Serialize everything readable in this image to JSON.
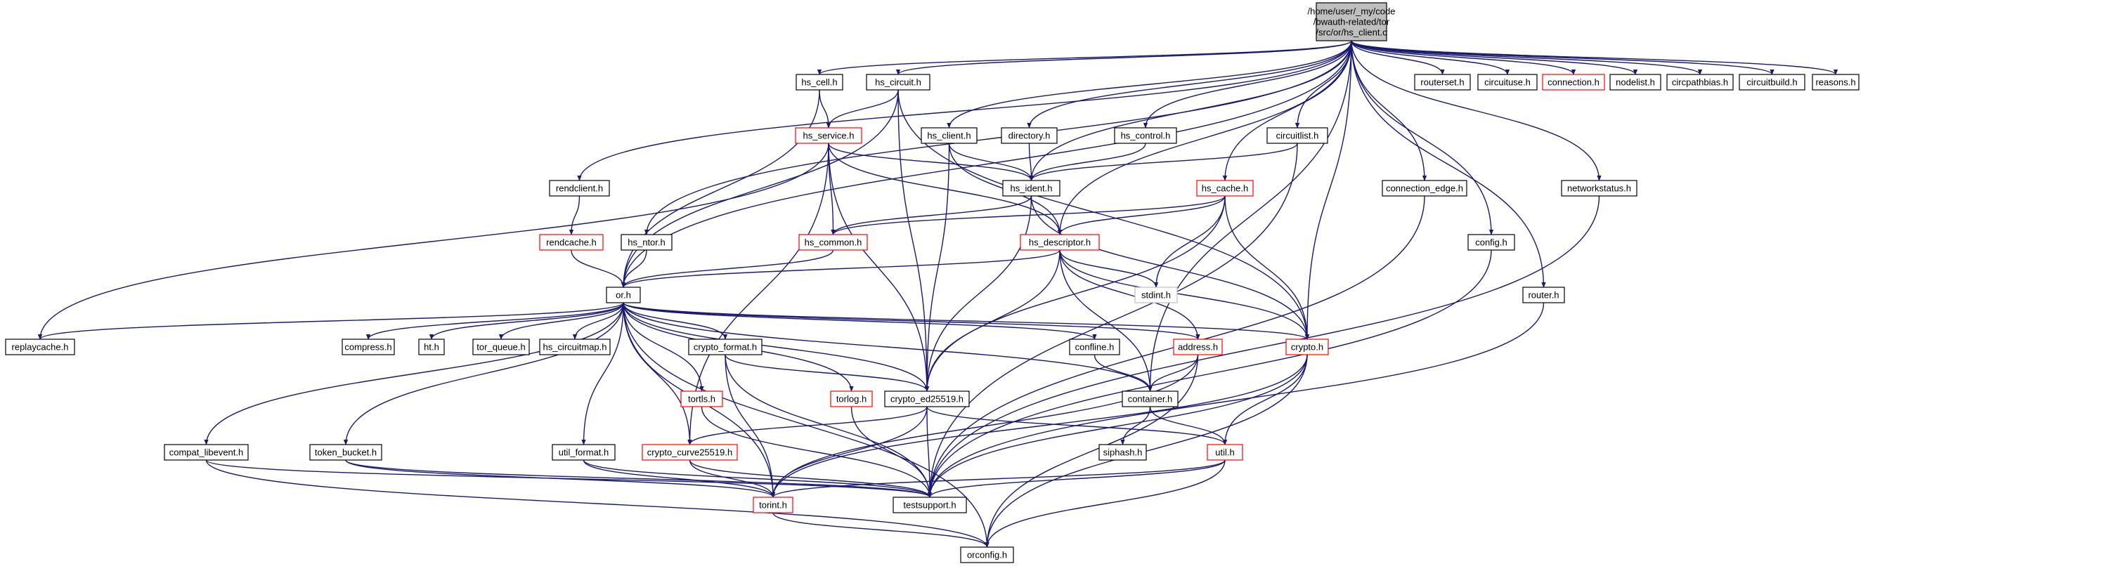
{
  "root": {
    "lines": [
      "/home/user/_my/code",
      "/bwauth-related/tor",
      "/src/or/hs_client.c"
    ]
  },
  "nodes": {
    "routerset_h": "routerset.h",
    "circuituse_h": "circuituse.h",
    "connection_h": "connection.h",
    "nodelist_h": "nodelist.h",
    "circpathbias_h": "circpathbias.h",
    "circuitbuild_h": "circuitbuild.h",
    "reasons_h": "reasons.h",
    "hs_cell_h": "hs_cell.h",
    "hs_circuit_h": "hs_circuit.h",
    "hs_client_h": "hs_client.h",
    "directory_h": "directory.h",
    "hs_control_h": "hs_control.h",
    "circuitlist_h": "circuitlist.h",
    "hs_service_h": "hs_service.h",
    "hs_ident_h": "hs_ident.h",
    "hs_cache_h": "hs_cache.h",
    "rendclient_h": "rendclient.h",
    "connection_edge_h": "connection_edge.h",
    "networkstatus_h": "networkstatus.h",
    "rendcache_h": "rendcache.h",
    "hs_ntor_h": "hs_ntor.h",
    "hs_common_h": "hs_common.h",
    "hs_descriptor_h": "hs_descriptor.h",
    "config_h": "config.h",
    "or_h": "or.h",
    "stdint_h": "stdint.h",
    "router_h": "router.h",
    "replaycache_h": "replaycache.h",
    "compress_h": "compress.h",
    "ht_h": "ht.h",
    "tor_queue_h": "tor_queue.h",
    "hs_circuitmap_h": "hs_circuitmap.h",
    "crypto_format_h": "crypto_format.h",
    "confline_h": "confline.h",
    "address_h": "address.h",
    "crypto_h": "crypto.h",
    "tortls_h": "tortls.h",
    "torlog_h": "torlog.h",
    "crypto_ed25519_h": "crypto_ed25519.h",
    "container_h": "container.h",
    "siphash_h": "siphash.h",
    "compat_libevent_h": "compat_libevent.h",
    "token_bucket_h": "token_bucket.h",
    "util_format_h": "util_format.h",
    "crypto_curve25519_h": "crypto_curve25519.h",
    "util_h": "util.h",
    "torint_h": "torint.h",
    "testsupport_h": "testsupport.h",
    "orconfig_h": "orconfig.h"
  },
  "colors": {
    "edge": "#191970",
    "node_border": "#000000",
    "incomplete_border": "#ff0000",
    "external_border": "#bfbfbf",
    "root_fill": "#bfbfbf"
  }
}
